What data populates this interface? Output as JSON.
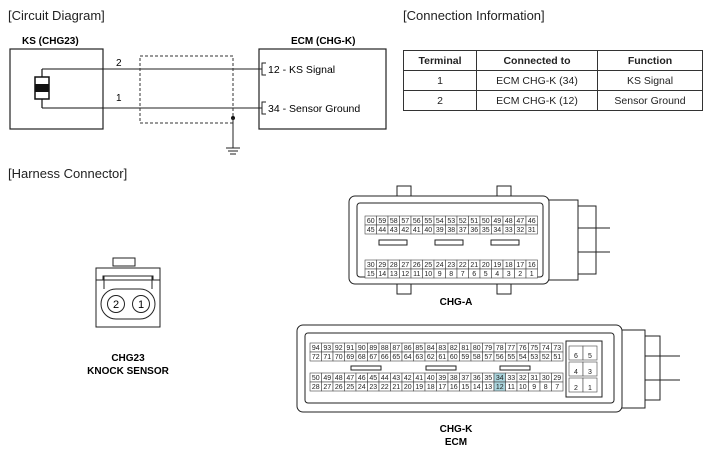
{
  "headings": {
    "circuit": "[Circuit Diagram]",
    "connection": "[Connection Information]",
    "harness": "[Harness Connector]"
  },
  "circuit": {
    "sensor_name": "KS (CHG23)",
    "ecm_name": "ECM (CHG-K)",
    "pin2": "2",
    "pin1": "1",
    "signal_label": "12 - KS Signal",
    "ground_label": "34 - Sensor Ground"
  },
  "table": {
    "headers": [
      "Terminal",
      "Connected to",
      "Function"
    ],
    "rows": [
      [
        "1",
        "ECM CHG-K (34)",
        "KS Signal"
      ],
      [
        "2",
        "ECM CHG-K (12)",
        "Sensor Ground"
      ]
    ]
  },
  "connectors": {
    "knock_sensor_pins": [
      "2",
      "1"
    ],
    "knock_sensor_label": [
      "CHG23",
      "KNOCK SENSOR"
    ],
    "chg_a_label": "CHG-A",
    "chg_a_rows": [
      [
        "60",
        "59",
        "58",
        "57",
        "56",
        "55",
        "54",
        "53",
        "52",
        "51",
        "50",
        "49",
        "48",
        "47",
        "46"
      ],
      [
        "45",
        "44",
        "43",
        "42",
        "41",
        "40",
        "39",
        "38",
        "37",
        "36",
        "35",
        "34",
        "33",
        "32",
        "31"
      ],
      [
        "30",
        "29",
        "28",
        "27",
        "26",
        "25",
        "24",
        "23",
        "22",
        "21",
        "20",
        "19",
        "18",
        "17",
        "16"
      ],
      [
        "15",
        "14",
        "13",
        "12",
        "11",
        "10",
        "9",
        "8",
        "7",
        "6",
        "5",
        "4",
        "3",
        "2",
        "1"
      ]
    ],
    "chg_k_label": [
      "CHG-K",
      "ECM"
    ],
    "chg_k_rows": [
      [
        "94",
        "93",
        "92",
        "91",
        "90",
        "89",
        "88",
        "87",
        "86",
        "85",
        "84",
        "83",
        "82",
        "81",
        "80",
        "79",
        "78",
        "77",
        "76",
        "75",
        "74",
        "73"
      ],
      [
        "72",
        "71",
        "70",
        "69",
        "68",
        "67",
        "66",
        "65",
        "64",
        "63",
        "62",
        "61",
        "60",
        "59",
        "58",
        "57",
        "56",
        "55",
        "54",
        "53",
        "52",
        "51"
      ],
      [
        "50",
        "49",
        "48",
        "47",
        "46",
        "45",
        "44",
        "43",
        "42",
        "41",
        "40",
        "39",
        "38",
        "37",
        "36",
        "35",
        "34",
        "33",
        "32",
        "31",
        "30",
        "29"
      ],
      [
        "28",
        "27",
        "26",
        "25",
        "24",
        "23",
        "22",
        "21",
        "20",
        "19",
        "18",
        "17",
        "16",
        "15",
        "14",
        "13",
        "12",
        "11",
        "10",
        "9",
        "8",
        "7"
      ]
    ],
    "chg_k_side": [
      [
        "6",
        "5"
      ],
      [
        "4",
        "3"
      ],
      [
        "2",
        "1"
      ]
    ],
    "highlighted_pins": [
      "34",
      "12"
    ],
    "highlight_color": "#a9d4dc"
  }
}
